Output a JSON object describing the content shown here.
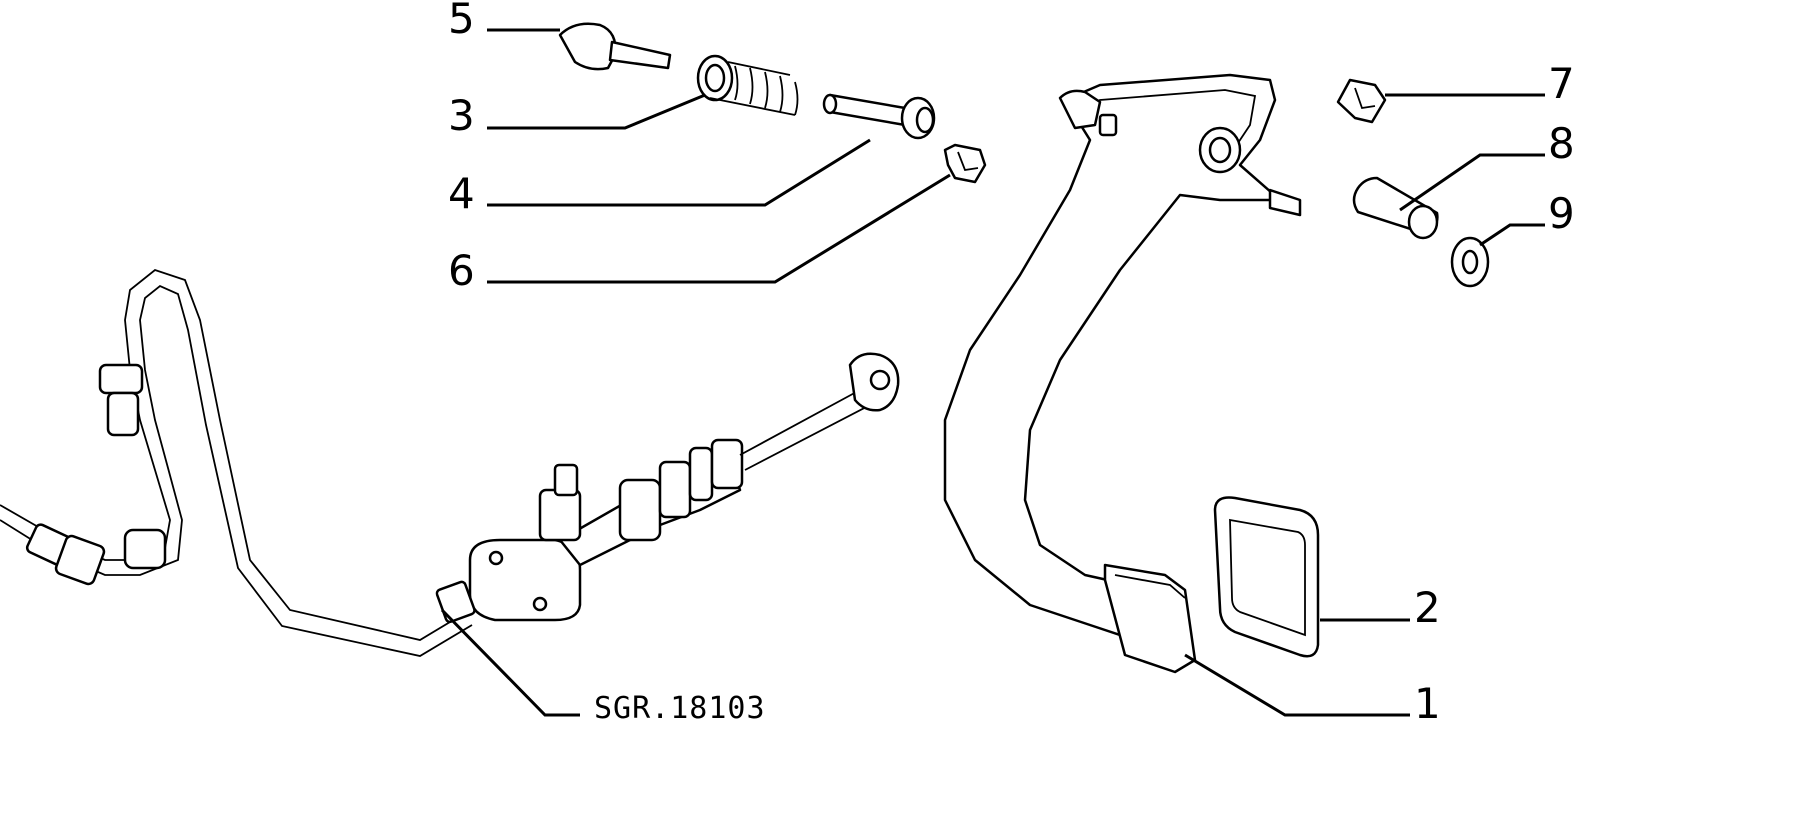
{
  "callouts": [
    {
      "id": "callout-1",
      "label": "1"
    },
    {
      "id": "callout-2",
      "label": "2"
    },
    {
      "id": "callout-3",
      "label": "3"
    },
    {
      "id": "callout-4",
      "label": "4"
    },
    {
      "id": "callout-5",
      "label": "5"
    },
    {
      "id": "callout-6",
      "label": "6"
    },
    {
      "id": "callout-7",
      "label": "7"
    },
    {
      "id": "callout-8",
      "label": "8"
    },
    {
      "id": "callout-9",
      "label": "9"
    }
  ],
  "reference_code": "SGR.18103"
}
